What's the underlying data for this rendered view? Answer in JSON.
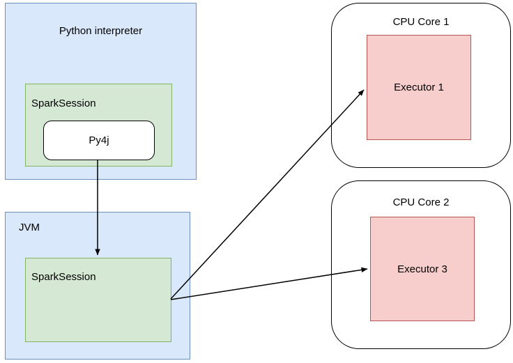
{
  "nodes": {
    "python_interpreter": {
      "label": "Python interpreter"
    },
    "spark_session_python": {
      "label": "SparkSession"
    },
    "py4j": {
      "label": "Py4j"
    },
    "jvm": {
      "label": "JVM"
    },
    "spark_session_jvm": {
      "label": "SparkSession"
    },
    "cpu_core_1": {
      "label": "CPU Core 1"
    },
    "executor_1": {
      "label": "Executor 1"
    },
    "cpu_core_2": {
      "label": "CPU Core 2"
    },
    "executor_3": {
      "label": "Executor 3"
    }
  },
  "edges": [
    {
      "from": "Py4j",
      "to": "SparkSession (JVM)",
      "style": "arrow"
    },
    {
      "from": "SparkSession (JVM)",
      "to": "Executor 1",
      "style": "arrow"
    },
    {
      "from": "SparkSession (JVM)",
      "to": "Executor 3",
      "style": "arrow"
    }
  ],
  "colors": {
    "container_blue_fill": "#dae8fc",
    "container_blue_border": "#6c8ebf",
    "session_green_fill": "#d5e8d4",
    "session_green_border": "#82b366",
    "executor_red_fill": "#f8cecc",
    "executor_red_border": "#b85450",
    "core_white_fill": "#ffffff",
    "core_black_border": "#000000",
    "arrow_color": "#000000",
    "text_color": "#000000"
  }
}
